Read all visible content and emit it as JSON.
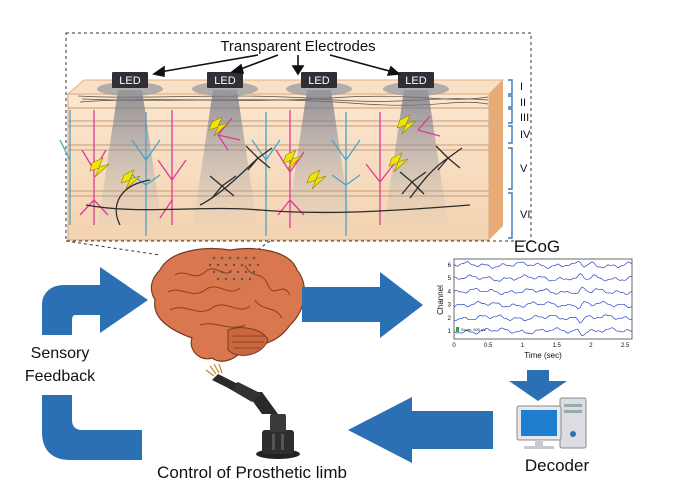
{
  "figure": {
    "electrodes_title": "Transparent Electrodes",
    "led_label": "LED",
    "led_count": 4,
    "layers": [
      "I",
      "II",
      "III",
      "IV",
      "V",
      "VI"
    ],
    "ecog": {
      "title": "ECoG",
      "ylabel": "Channel",
      "xlabel": "Time (sec)",
      "xticks": [
        "0",
        "0.5",
        "1",
        "1.5",
        "2",
        "2.5"
      ],
      "yticks": [
        "1",
        "2",
        "3",
        "4",
        "5",
        "6"
      ],
      "scale_note": "Scale: 500 uV"
    },
    "sensory_line1": "Sensory",
    "sensory_line2": "Feedback",
    "decoder_label": "Decoder",
    "prosthetic_label": "Control of Prosthetic limb"
  },
  "colors": {
    "arrow": "#2b6fb4",
    "cortex_top": "#f7d8b8",
    "cortex_side": "#e6ab77",
    "brain": "#d9774f",
    "neuron_pink": "#e0389a",
    "neuron_blue": "#4aa3c8",
    "lightning": "#f2e600",
    "trace": "#2a45c7"
  }
}
